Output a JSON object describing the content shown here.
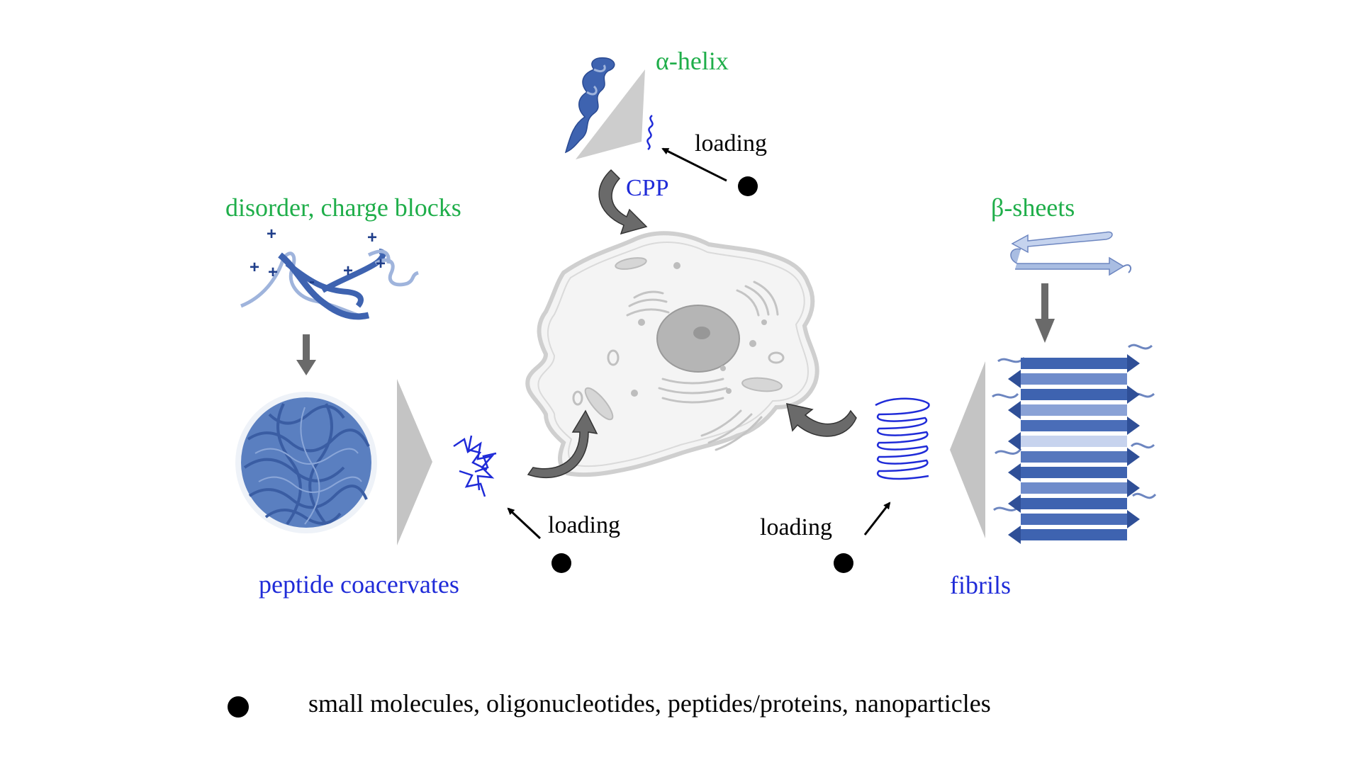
{
  "colors": {
    "green_label": "#1fae4a",
    "blue_label": "#1f2bd8",
    "protein_blue": "#3e63b0",
    "protein_light": "#9fb4dc",
    "cell_gray": "#c8c8c8",
    "nucleus_gray": "#b0b0b0",
    "arrow_dark": "#555555",
    "wedge_gray": "#c4c4c4",
    "cargo_black": "#000000"
  },
  "top": {
    "structure_label": "α-helix",
    "carrier_label": "CPP",
    "loading_label": "loading",
    "icon": "alpha-helix-icon"
  },
  "left": {
    "structure_label": "disorder, charge blocks",
    "carrier_label": "peptide coacervates",
    "loading_label": "loading",
    "charges": [
      "+",
      "+",
      "+",
      "+",
      "+",
      "-",
      "+"
    ],
    "icon": "disordered-peptide-icon"
  },
  "right": {
    "structure_label": "β-sheets",
    "carrier_label": "fibrils",
    "loading_label": "loading",
    "icon": "beta-sheet-icon"
  },
  "center": {
    "icon": "cell-icon"
  },
  "legend": {
    "text": "small molecules, oligonucleotides, peptides/proteins, nanoparticles",
    "icon": "cargo-dot-icon"
  }
}
